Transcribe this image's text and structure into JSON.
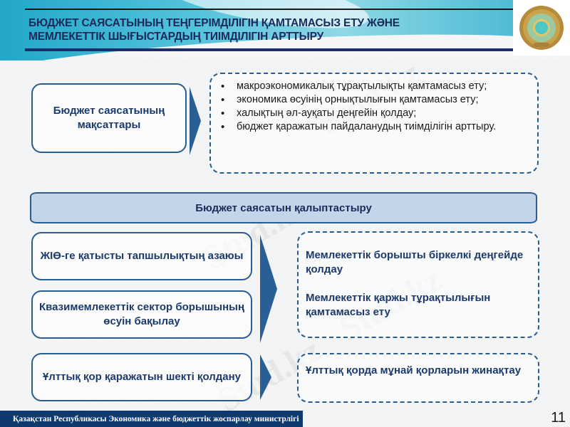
{
  "header": {
    "title_line1": "БЮДЖЕТ САЯСАТЫНЫҢ ТЕҢГЕРІМДІЛІГІН ҚАМТАМАСЫЗ ЕТУ ЖӘНЕ",
    "title_line2": "МЕМЛЕКЕТТІК ШЫҒЫСТАРДЫҢ ТИІМДІЛІГІН АРТТЫРУ",
    "emblem": "kazakhstan-state-emblem"
  },
  "goals": {
    "label": "Бюджет саясатының мақсаттары",
    "items": [
      "макроэкономикалық тұрақтылықты қамтамасыз ету;",
      "экономика өсуінің орнықтылығын қамтамасыз ету;",
      "халықтың әл-ауқаты деңгейін қолдау;",
      "бюджет қаражатын пайдаланудың тиімділігін арттыру."
    ]
  },
  "banner": {
    "label": "Бюджет саясатын қалыптастыру"
  },
  "measures": {
    "items": [
      "ЖІӨ-ге қатысты тапшылықтың азаюы",
      "Квазимемлекеттік сектор борышының өсуін бақылау",
      "Ұлттық қор қаражатын шекті қолдану"
    ]
  },
  "results": {
    "group1": [
      "Мемлекеттік борышты біркелкі деңгейде қолдау",
      "Мемлекеттік қаржы тұрақтылығын қамтамасыз ету"
    ],
    "group2": [
      "Ұлттық қорда мұнай қорларын жинақтау"
    ]
  },
  "footer": {
    "ministry": "Қазақстан Республикасы Экономика және бюджеттік жоспарлау министрлігі",
    "page_number": "11"
  },
  "watermark": "Stud.kz",
  "colors": {
    "primary": "#2a5d8f",
    "dark_navy": "#1b2a5a",
    "banner_fill": "#c4d5ea",
    "footer_bar": "#0f3a6e"
  }
}
